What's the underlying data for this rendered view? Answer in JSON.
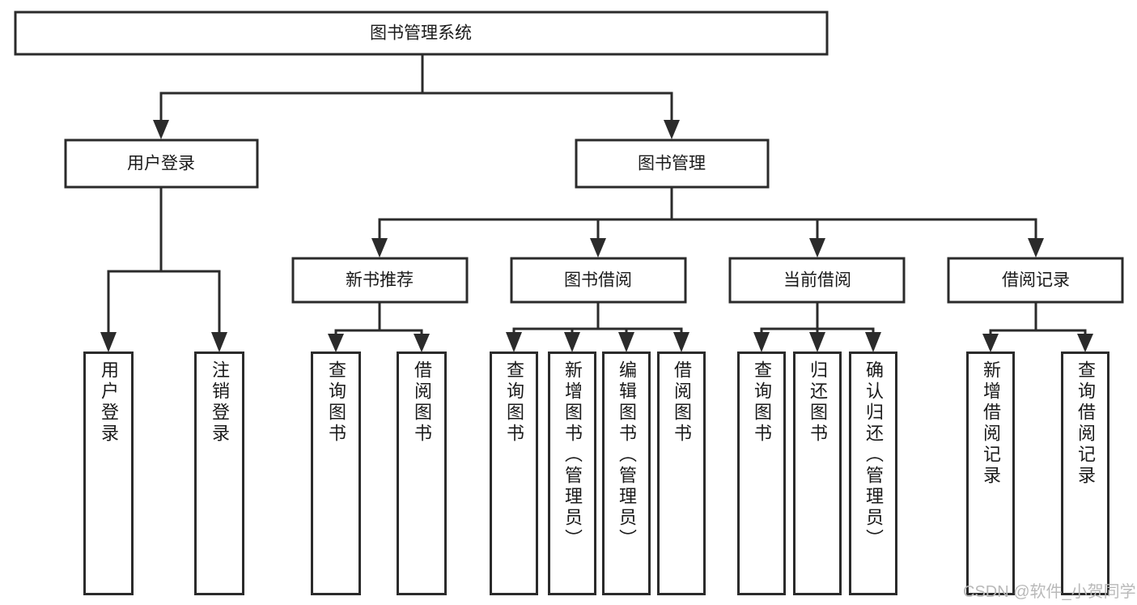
{
  "diagram": {
    "type": "tree",
    "title": "图书管理系统",
    "root": {
      "label": "图书管理系统",
      "id": "root"
    },
    "level1": [
      {
        "id": "user-login",
        "label": "用户登录"
      },
      {
        "id": "book-manage",
        "label": "图书管理"
      }
    ],
    "level2": [
      {
        "id": "new-book-rec",
        "label": "新书推荐",
        "parent": "book-manage"
      },
      {
        "id": "book-borrow",
        "label": "图书借阅",
        "parent": "book-manage"
      },
      {
        "id": "current-borrow",
        "label": "当前借阅",
        "parent": "book-manage"
      },
      {
        "id": "borrow-record",
        "label": "借阅记录",
        "parent": "book-manage"
      }
    ],
    "leaves": {
      "user-login": [
        {
          "id": "leaf-user-login",
          "label": "用户登录"
        },
        {
          "id": "leaf-user-logout",
          "label": "注销登录"
        }
      ],
      "new-book-rec": [
        {
          "id": "leaf-query-book-1",
          "label": "查询图书"
        },
        {
          "id": "leaf-borrow-book-1",
          "label": "借阅图书"
        }
      ],
      "book-borrow": [
        {
          "id": "leaf-query-book-2",
          "label": "查询图书"
        },
        {
          "id": "leaf-add-book",
          "label": "新增图书（管理员）"
        },
        {
          "id": "leaf-edit-book",
          "label": "编辑图书（管理员）"
        },
        {
          "id": "leaf-borrow-book-2",
          "label": "借阅图书"
        }
      ],
      "current-borrow": [
        {
          "id": "leaf-query-book-3",
          "label": "查询图书"
        },
        {
          "id": "leaf-return-book",
          "label": "归还图书"
        },
        {
          "id": "leaf-confirm-return",
          "label": "确认归还（管理员）"
        }
      ],
      "borrow-record": [
        {
          "id": "leaf-add-record",
          "label": "新增借阅记录"
        },
        {
          "id": "leaf-query-record",
          "label": "查询借阅记录"
        }
      ]
    }
  },
  "watermark": {
    "text": "CSDN @软件_小贺同学"
  },
  "colors": {
    "stroke": "#2b2b2b",
    "fill": "#ffffff",
    "text": "#1a1a1a",
    "watermark": "#b9b9b9"
  }
}
